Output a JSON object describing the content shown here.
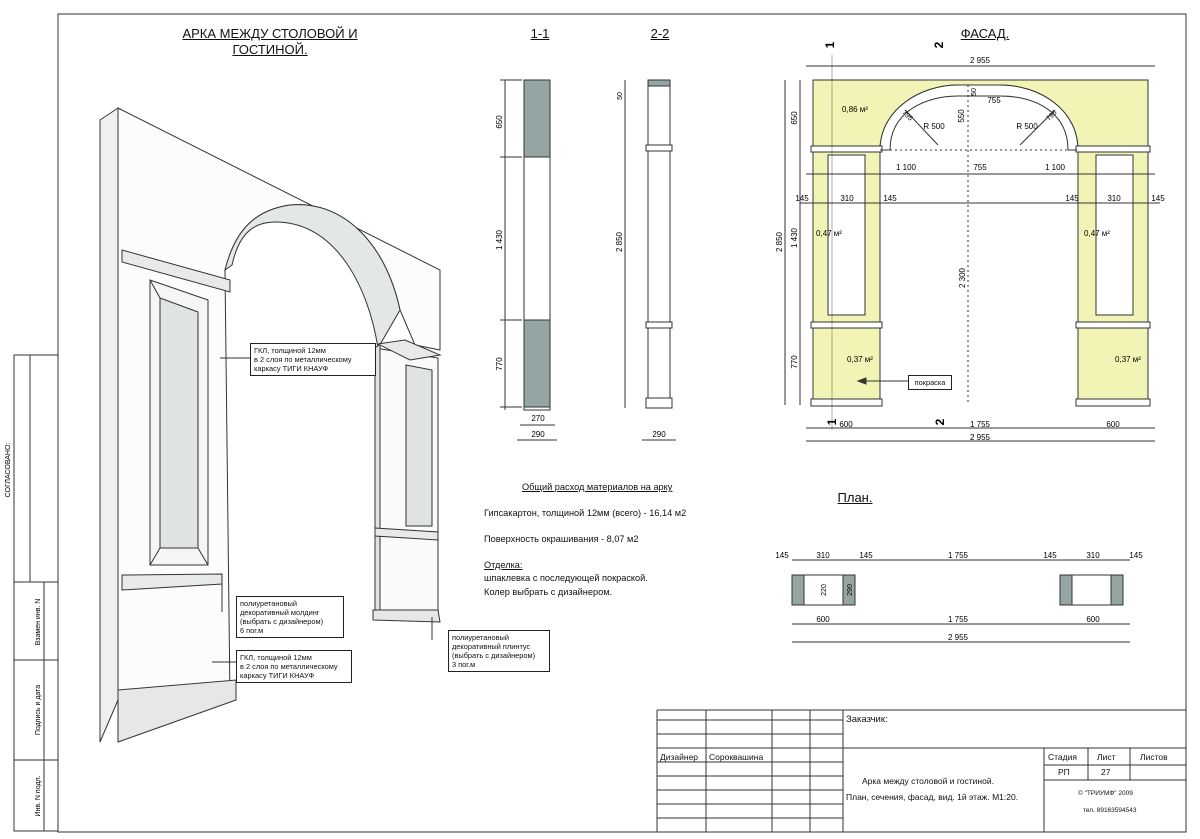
{
  "titles": {
    "main": [
      "АРКА МЕЖДУ СТОЛОВОЙ И",
      "ГОСТИНОЙ."
    ],
    "section1": "1-1",
    "section2": "2-2",
    "facade": "ФАСАД.",
    "plan": "План."
  },
  "notes": {
    "gkl_upper": [
      "ГКЛ, толщиной 12мм",
      "в 2 слоя по металлическому",
      "каркасу ТИГИ КНАУФ"
    ],
    "molding": [
      "полиуретановый",
      "декоративный молдинг",
      "(выбрать с дизайнером)",
      "6 пог.м"
    ],
    "gkl_lower": [
      "ГКЛ, толщиной 12мм",
      "в 2 слоя по металлическому",
      "каркасу ТИГИ КНАУФ"
    ],
    "plinth": [
      "полиуретановый",
      "декоративный плинтус",
      "(выбрать с дизайнером)",
      "3 пог.м"
    ],
    "paint": "покраска"
  },
  "summary": {
    "heading": "Общий расход материалов на арку",
    "line1": "Гипсакартон, толщиной 12мм (всего) - 16,14 м2",
    "line2": "Поверхность окрашивания - 8,07 м2",
    "finish_heading": "Отделка:",
    "finish1": "шпаклевка с последующей покраской.",
    "finish2": "Колер выбрать с дизайнером."
  },
  "section_dims": {
    "s1_top": "650",
    "s1_mid": "1 430",
    "s1_bot": "770",
    "s1_w_inner": "270",
    "s1_w": "290",
    "s2_total": "2 850",
    "s2_top": "50",
    "s2_w": "290"
  },
  "facade_dims": {
    "total_w": "2 955",
    "w_1100a": "1 100",
    "w_755": "755",
    "w_1100b": "1 100",
    "w_755_top": "755",
    "h_50": "50",
    "h_550": "550",
    "r1": "R 500",
    "r2": "R 500",
    "d_795a": "795",
    "d_795b": "795",
    "area_top": "0,86 м²",
    "w_145a": "145",
    "w_310a": "310",
    "w_145b": "145",
    "w_145c": "145",
    "w_310b": "310",
    "w_145d": "145",
    "area_mid_l": "0,47 м²",
    "area_mid_r": "0,47 м²",
    "area_bot_l": "0,37 м²",
    "area_bot_r": "0,37 м²",
    "h_650": "650",
    "h_1430": "1 430",
    "h_770": "770",
    "h_2850": "2 850",
    "h_2300": "2 300",
    "b_600a": "600",
    "b_1755": "1 755",
    "b_600b": "600",
    "b_total": "2 955",
    "mark1": "1",
    "mark2": "2"
  },
  "plan_dims": {
    "t_145a": "145",
    "t_310a": "310",
    "t_145b": "145",
    "t_1755": "1 755",
    "t_145c": "145",
    "t_310b": "310",
    "t_145d": "145",
    "d_220": "220",
    "d_290": "290",
    "b_600a": "600",
    "b_1755": "1 755",
    "b_600b": "600",
    "b_total": "2 955"
  },
  "sidebar": {
    "agreed": "СОГЛАСОВАНО:",
    "replace": "Взамен инв. N",
    "sign": "Подпись и дата",
    "inv": "Инв. N подл."
  },
  "stamp": {
    "customer_label": "Заказчик:",
    "designer_label": "Дизайнер",
    "designer_name": "Сороквашина",
    "stage_label": "Стадия",
    "sheet_label": "Лист",
    "sheets_label": "Листов",
    "stage_value": "РП",
    "sheet_value": "27",
    "desc1": "Арка между столовой и гостиной.",
    "desc2": "План, сечения, фасад, вид. 1й этаж. М1:20.",
    "copyright": "© \"ТРИУМФ\" 2009",
    "phone": "тел. 89163594543"
  },
  "colors": {
    "fill": "#f2f4b5",
    "section": "#95a5a3",
    "line": "#222222"
  }
}
